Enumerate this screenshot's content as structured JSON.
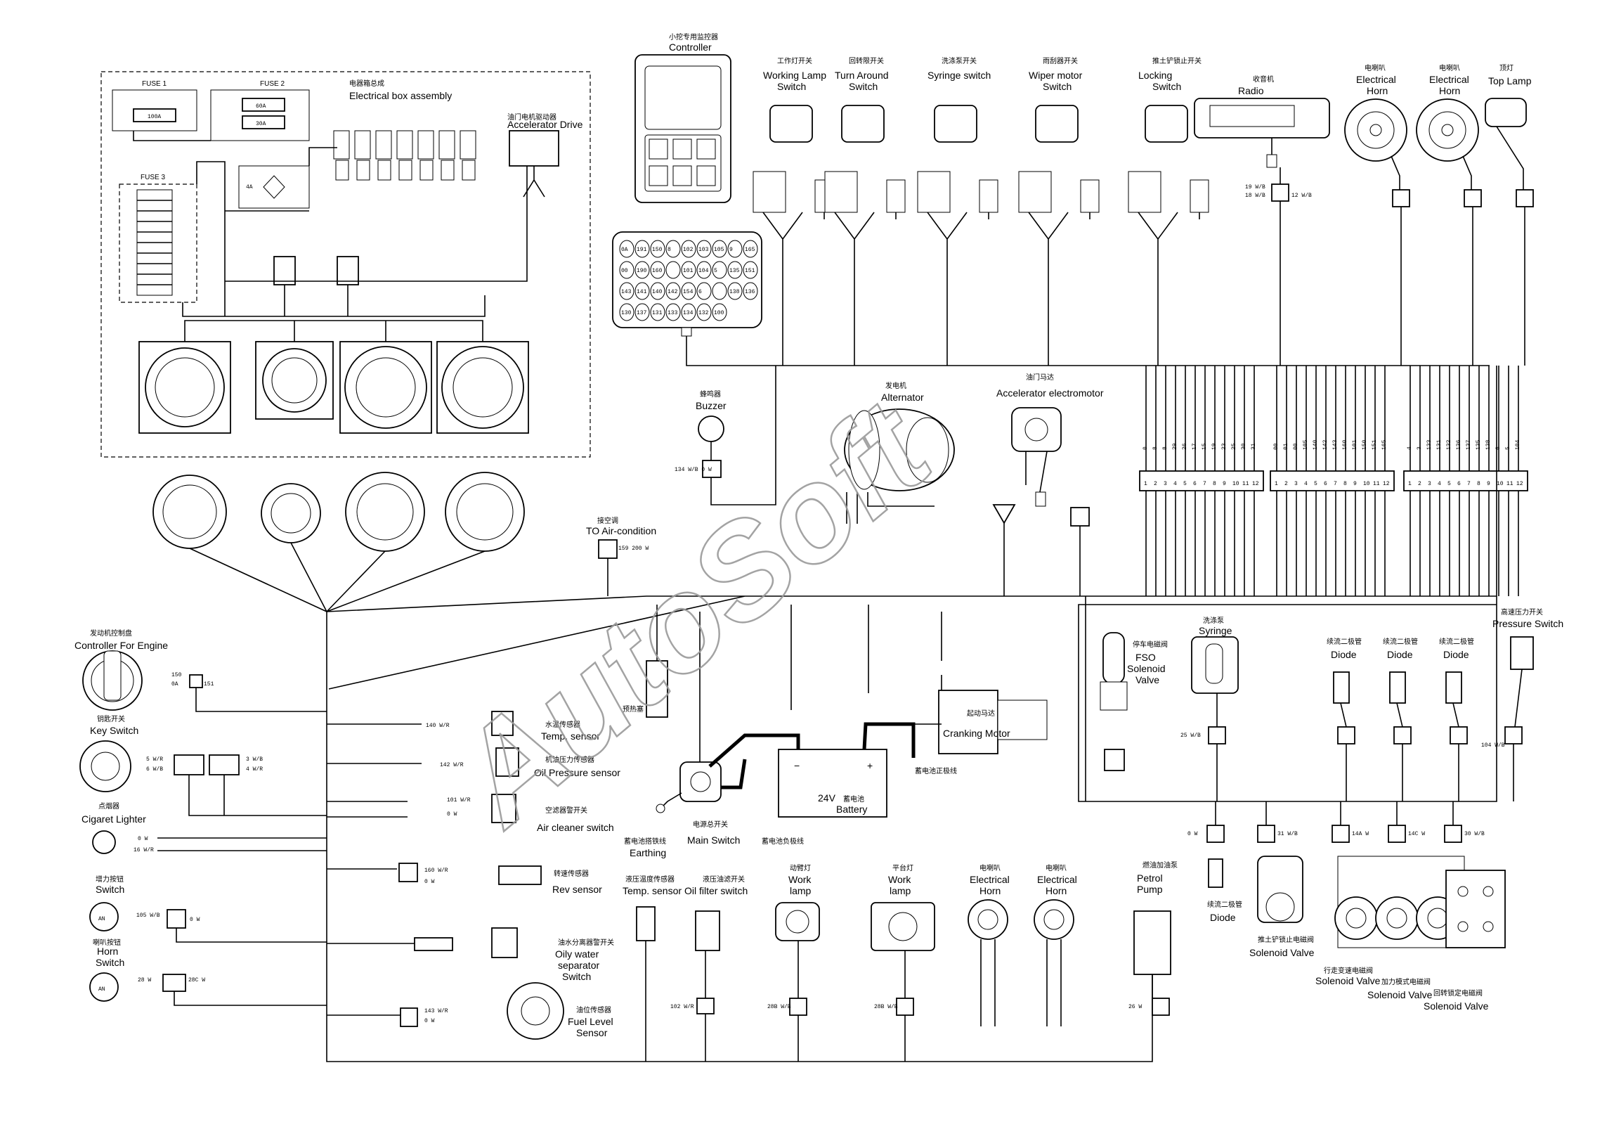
{
  "watermark": "AutoSoft",
  "electrical_box": {
    "title_cn": "电器箱总成",
    "title_en": "Electrical box assembly",
    "fuse1": "FUSE 1",
    "fuse2": "FUSE 2",
    "fuse3": "FUSE 3",
    "fuse_100a": "100A",
    "fuse_60a": "60A",
    "fuse_30a": "30A",
    "relay_4a": "4A"
  },
  "accelerator_drive": {
    "cn": "油门电机驱动器",
    "en": "Accelerator Drive"
  },
  "controller": {
    "cn": "小挖专用监控器",
    "en": "Controller"
  },
  "connector_pins": [
    "0A",
    "191",
    "150",
    "8",
    "102",
    "103",
    "105",
    "9",
    "165",
    "00",
    "190",
    "160",
    "",
    "101",
    "104",
    "5",
    "135",
    "151",
    "143",
    "141",
    "140",
    "142",
    "154",
    "6",
    "",
    "138",
    "136",
    "130",
    "137",
    "131",
    "133",
    "134",
    "132",
    "100"
  ],
  "top_switches": [
    {
      "cn": "工作灯开关",
      "en1": "Working Lamp",
      "en2": "Switch"
    },
    {
      "cn": "回转限开关",
      "en1": "Turn Around",
      "en2": "Switch"
    },
    {
      "cn": "洗涤泵开关",
      "en1": "Syringe switch",
      "en2": ""
    },
    {
      "cn": "雨刮器开关",
      "en1": "Wiper motor",
      "en2": "Switch"
    },
    {
      "cn": "推土铲锁止开关",
      "en1": "Locking",
      "en2": "Switch"
    }
  ],
  "radio": {
    "cn": "收音机",
    "en": "Radio"
  },
  "horns_top": [
    {
      "cn": "电喇叭",
      "en1": "Electrical",
      "en2": "Horn"
    },
    {
      "cn": "电喇叭",
      "en1": "Electrical",
      "en2": "Horn"
    }
  ],
  "top_lamp": {
    "cn": "顶灯",
    "en": "Top Lamp"
  },
  "buzzer": {
    "cn": "蜂鸣器",
    "en": "Buzzer"
  },
  "alternator": {
    "cn": "发电机",
    "en": "Alternator"
  },
  "accelerator_motor": {
    "cn": "油门马达",
    "en": "Accelerator electromotor"
  },
  "air_condition": {
    "cn": "接空调",
    "en": "TO Air-condition"
  },
  "engine_controller": {
    "cn": "发动机控制盘",
    "en": "Controller For Engine"
  },
  "key_switch": {
    "cn": "钥匙开关",
    "en": "Key Switch"
  },
  "cigarette_lighter": {
    "cn": "点烟器",
    "en": "Cigaret Lighter"
  },
  "boost_button": {
    "cn": "增力按钮",
    "en": "Switch"
  },
  "horn_button": {
    "cn": "喇叭按钮",
    "en1": "Horn",
    "en2": "Switch"
  },
  "temp_sensor": {
    "cn": "水温传感器",
    "en": "Temp. sensor"
  },
  "oil_pressure_sensor": {
    "cn": "机油压力传感器",
    "en": "Oil Pressure sensor"
  },
  "air_cleaner_switch": {
    "cn": "空滤器警开关",
    "en": "Air cleaner switch"
  },
  "rev_sensor": {
    "cn": "转速传感器",
    "en": "Rev sensor"
  },
  "oily_water_switch": {
    "cn": "油水分离器警开关",
    "en1": "Oily water",
    "en2": "separator",
    "en3": "Switch"
  },
  "fuel_level_sensor": {
    "cn": "油位传感器",
    "en1": "Fuel Level",
    "en2": "Sensor"
  },
  "earthing": {
    "cn": "蓄电池搭铁线",
    "en": "Earthing"
  },
  "main_switch": {
    "cn": "电源总开关",
    "en": "Main Switch"
  },
  "battery": {
    "cn": "蓄电池",
    "en": "24V",
    "en2": "Battery",
    "neg_cable": "蓄电池负极线",
    "pos_cable": "蓄电池正极线"
  },
  "cranking_motor": {
    "cn": "起动马达",
    "en": "Cranking Motor"
  },
  "preheater": {
    "cn": "预热塞"
  },
  "hyd_temp_sensor": {
    "cn": "液压温度传感器",
    "en": "Temp. sensor"
  },
  "oil_filter_switch": {
    "cn": "液压油滤开关",
    "en": "Oil filter switch"
  },
  "work_lamp1": {
    "cn": "动臂灯",
    "en1": "Work",
    "en2": "lamp"
  },
  "work_lamp2": {
    "cn": "平台灯",
    "en1": "Work",
    "en2": "lamp"
  },
  "horns_bottom": [
    {
      "cn": "电喇叭",
      "en1": "Electrical",
      "en2": "Horn"
    },
    {
      "cn": "电喇叭",
      "en1": "Electrical",
      "en2": "Horn"
    }
  ],
  "petrol_pump": {
    "cn": "燃油加油泵",
    "en1": "Petrol",
    "en2": "Pump"
  },
  "fso_valve": {
    "cn": "停车电磁阀",
    "en1": "FSO",
    "en2": "Solenoid",
    "en3": "Valve"
  },
  "syringe": {
    "cn": "洗涤泵",
    "en": "Syringe"
  },
  "diodes": [
    {
      "cn": "续流二极管",
      "en": "Diode"
    },
    {
      "cn": "续流二极管",
      "en": "Diode"
    },
    {
      "cn": "续流二极管",
      "en": "Diode"
    }
  ],
  "pressure_switch": {
    "cn": "高速压力开关",
    "en": "Pressure Switch"
  },
  "diode_bottom": {
    "cn": "续流二极管",
    "en": "Diode"
  },
  "solenoid_valves": [
    {
      "cn": "推土铲锁止电磁阀",
      "en": "Solenoid Valve"
    },
    {
      "cn": "行走变速电磁阀",
      "en": "Solenoid Valve"
    },
    {
      "cn": "加力模式电磁阀",
      "en": "Solenoid Valve"
    },
    {
      "cn": "回转锁定电磁阀",
      "en": "Solenoid Valve"
    }
  ],
  "wire_codes": {
    "fso": "25 W/B",
    "buzzer": "134 W/B  0 W",
    "aircon": "159  200 W",
    "engine_ctrl_a": "150",
    "engine_ctrl_b": "0A",
    "engine_ctrl_c": "151",
    "key_a": "5 W/R",
    "key_b": "6 W/B",
    "key_c": "3 W/B",
    "key_d": "4 W/R",
    "temp": "140 W/R",
    "oilp": "142 W/R",
    "air1": "101 W/R",
    "air2": "0 W",
    "cig1": "0 W",
    "cig2": "16 W/R",
    "rev": "160 W/R",
    "rev2": "0 W",
    "boost": "105 W/B",
    "boost2": "0 W",
    "horn_a": "28 W",
    "horn_b": "28C W",
    "fuel": "143 W/R",
    "fuel2": "0 W",
    "hyd1": "102 W/R",
    "wl1": "28B W/B",
    "wl2": "28B W/B",
    "pump": "26 W",
    "diode_b": "0 W",
    "sv1": "31 W/B",
    "d1": "14A W",
    "d2": "14C W",
    "d3": "30 W/B",
    "ps": "104 W/B",
    "radio1": "19 W/B",
    "radio2": "18 W/B",
    "radio3": "12 W/B"
  },
  "terminal_blocks": [
    {
      "labels": [
        "0",
        "8",
        "8",
        "29",
        "26",
        "17",
        "15",
        "19",
        "23",
        "25",
        "30",
        "31"
      ],
      "nums": [
        "1",
        "2",
        "3",
        "4",
        "5",
        "6",
        "7",
        "8",
        "9",
        "10",
        "11",
        "12"
      ]
    },
    {
      "labels": [
        "00",
        "01",
        "00",
        "105",
        "140",
        "142",
        "143",
        "160",
        "101",
        "150",
        "151",
        "165"
      ],
      "nums": [
        "1",
        "2",
        "3",
        "4",
        "5",
        "6",
        "7",
        "8",
        "9",
        "10",
        "11",
        "12"
      ]
    },
    {
      "labels": [
        "4",
        "3",
        "133",
        "131",
        "132",
        "136",
        "137",
        "135",
        "138",
        "6",
        "5",
        "104"
      ],
      "nums": [
        "1",
        "2",
        "3",
        "4",
        "5",
        "6",
        "7",
        "8",
        "9",
        "10",
        "11",
        "12"
      ]
    }
  ]
}
